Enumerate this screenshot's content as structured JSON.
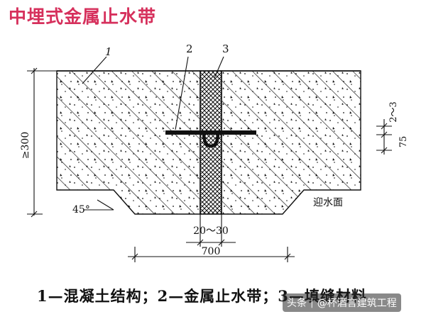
{
  "title": "中埋式金属止水带",
  "labels": {
    "marker_1": "1",
    "marker_2": "2",
    "marker_3": "3",
    "depth": "≥300",
    "angle": "45°",
    "band_offset": "2～3",
    "band_height": "75",
    "gap_width": "20～30",
    "total_width": "700",
    "water_side": "迎水面"
  },
  "caption": "1—混凝土结构；2—金属止水带；3—填缝材料",
  "watermark": {
    "source": "头条",
    "author": "@杯酒言建筑工程"
  },
  "colors": {
    "title": "#d6305c",
    "lines": "#111111"
  }
}
